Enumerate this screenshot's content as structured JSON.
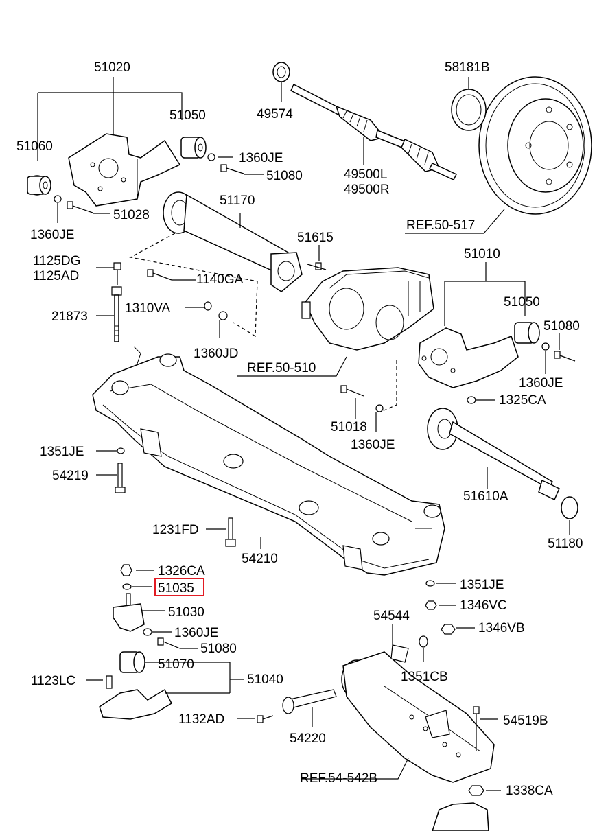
{
  "highlight_color": "#e21b23",
  "labels": {
    "p51020": "51020",
    "p51050a": "51050",
    "p51060": "51060",
    "p1360je_a": "1360JE",
    "p51080_a": "51080",
    "p51028": "51028",
    "p1360je_b": "1360JE",
    "p49574": "49574",
    "p49500l": "49500L",
    "p49500r": "49500R",
    "p58181b": "58181B",
    "ref50517": "REF.50-517",
    "p51170": "51170",
    "p51615": "51615",
    "p1125dg": "1125DG",
    "p1125ad": "1125AD",
    "p1140ga": "1140GA",
    "p21873": "21873",
    "p1310va": "1310VA",
    "p1360jd": "1360JD",
    "ref50510": "REF.50-510",
    "p51010": "51010",
    "p51050b": "51050",
    "p51080_b": "51080",
    "p1360je_c": "1360JE",
    "p1325ca": "1325CA",
    "p51018": "51018",
    "p1360je_d": "1360JE",
    "p1351je_a": "1351JE",
    "p54219": "54219",
    "p51610a": "51610A",
    "p51180": "51180",
    "p1231fd": "1231FD",
    "p54210": "54210",
    "p1326ca": "1326CA",
    "p51035": "51035",
    "p51030": "51030",
    "p1360je_e": "1360JE",
    "p51080_c": "51080",
    "p51070": "51070",
    "p51040": "51040",
    "p1123lc": "1123LC",
    "p1351je_b": "1351JE",
    "p1346vc": "1346VC",
    "p54544": "54544",
    "p1346vb": "1346VB",
    "p1351cb": "1351CB",
    "p1132ad": "1132AD",
    "p54220": "54220",
    "p54519b": "54519B",
    "ref545428": "REF.54-542B",
    "p1338ca": "1338CA"
  }
}
